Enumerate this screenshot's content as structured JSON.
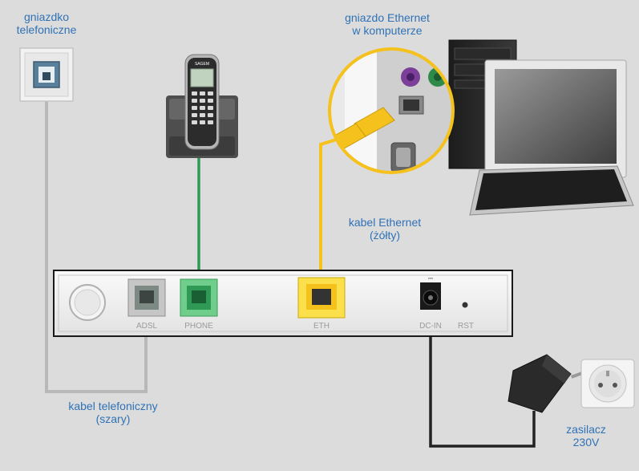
{
  "labels": {
    "wall_phone_socket": [
      "gniazdko",
      "telefoniczne"
    ],
    "computer_ethernet_port": [
      "gniazdo Ethernet",
      "w komputerze"
    ],
    "ethernet_cable": [
      "kabel Ethernet",
      "(żółty)"
    ],
    "phone_cable": [
      "kabel telefoniczny",
      "(szary)"
    ],
    "power_adapter": [
      "zasilacz",
      "230V"
    ]
  },
  "router_ports": {
    "adsl": "ADSL",
    "phone": "PHONE",
    "eth": "ETH",
    "dc_in": "DC-IN",
    "rst": "RST"
  },
  "phone_brand": "SAGEM",
  "colors": {
    "background": "#dcdcdc",
    "label_text": "#2f72b6",
    "phone_cable": "#b8b8b8",
    "handset_cable": "#2e9a56",
    "ethernet_cable": "#f5c11c",
    "power_cable": "#222222",
    "router_body": "#f0f0f0"
  }
}
